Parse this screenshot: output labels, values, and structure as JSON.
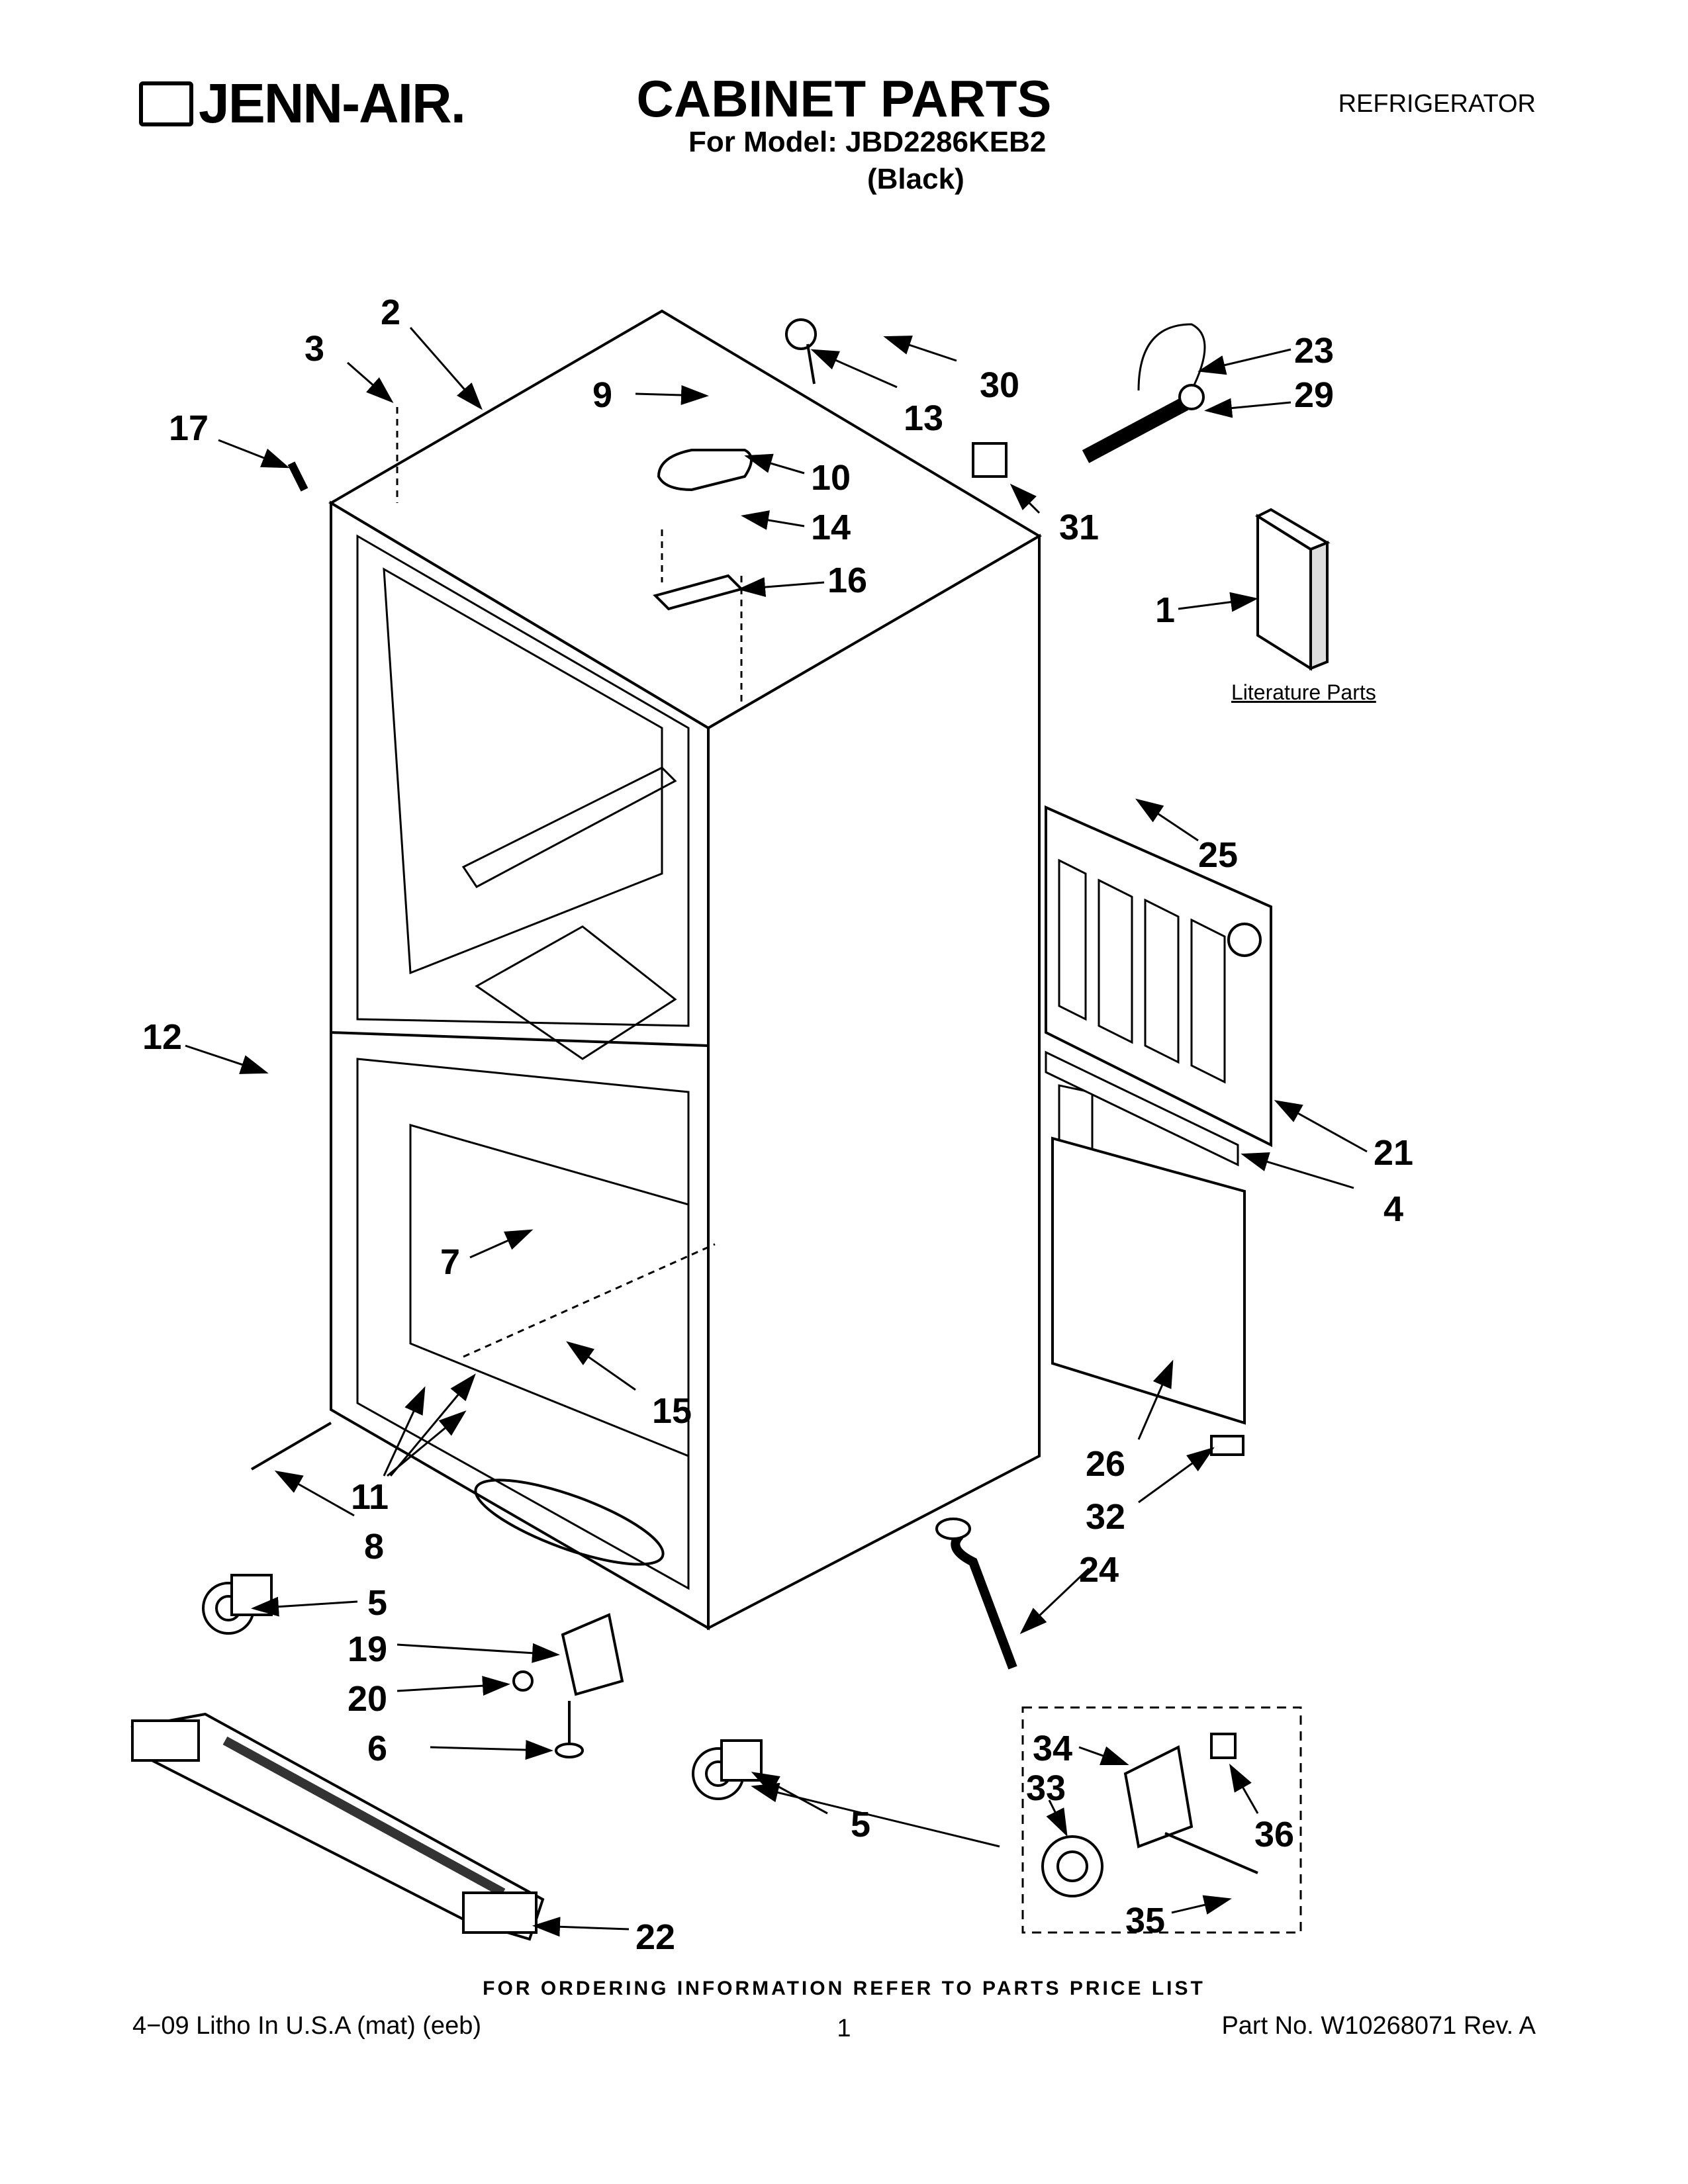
{
  "header": {
    "brand": "JENN-AIR.",
    "title": "CABINET PARTS",
    "subtitle": "For Model: JBD2286KEB2",
    "variant": "(Black)",
    "category": "REFRIGERATOR"
  },
  "literature_label": "Literature Parts",
  "callouts": [
    "1",
    "2",
    "3",
    "4",
    "5",
    "5",
    "6",
    "7",
    "8",
    "9",
    "10",
    "11",
    "12",
    "13",
    "14",
    "15",
    "16",
    "17",
    "19",
    "20",
    "21",
    "22",
    "23",
    "24",
    "25",
    "26",
    "29",
    "30",
    "31",
    "32",
    "33",
    "34",
    "35",
    "36"
  ],
  "footer": {
    "note": "FOR ORDERING INFORMATION REFER TO PARTS PRICE LIST",
    "left": "4−09 Litho In U.S.A (mat) (eeb)",
    "page": "1",
    "part_no": "Part No. W10268071 Rev. A"
  }
}
